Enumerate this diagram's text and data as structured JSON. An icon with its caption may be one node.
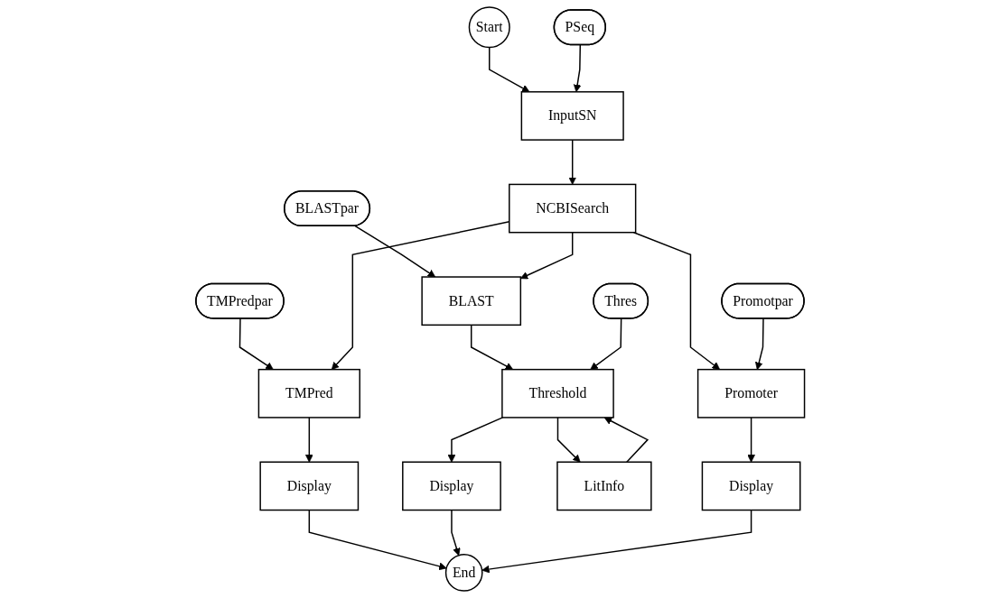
{
  "diagram": {
    "nodes": [
      {
        "text": [
          "Start"
        ]
      },
      {
        "text": [
          "PSeq"
        ]
      },
      {
        "text": [
          "BLASTpar"
        ]
      },
      {
        "text": [
          "InputSN"
        ]
      },
      {
        "text": [
          "TMPredpar"
        ]
      },
      {
        "text": [
          "NCBISearch"
        ]
      },
      {
        "text": [
          "Promotpar"
        ]
      },
      {
        "text": [
          "TMPred"
        ]
      },
      {
        "text": [
          "BLAST"
        ]
      },
      {
        "text": [
          "Thres"
        ]
      },
      {
        "text": [
          "Promoter"
        ]
      },
      {
        "text": [
          "Display"
        ]
      },
      {
        "text": [
          "Threshold"
        ]
      },
      {
        "text": [
          "Display"
        ]
      },
      {
        "text": [
          "LitInfo"
        ]
      },
      {
        "text": [
          "Display"
        ]
      },
      {
        "text": [
          "End"
        ]
      }
    ],
    "edges": [
      {
        "from": 0,
        "to": 3,
        "arrow": "to"
      },
      {
        "from": 1,
        "to": 3,
        "arrow": "to"
      },
      {
        "from": 3,
        "to": 5,
        "arrow": "to"
      },
      {
        "from": 4,
        "to": 7,
        "arrow": "to"
      },
      {
        "from": 2,
        "to": 8,
        "arrow": "to"
      },
      {
        "from": 5,
        "to": 7,
        "arrow": "to"
      },
      {
        "from": 5,
        "to": 8,
        "arrow": "to"
      },
      {
        "from": 5,
        "to": 10,
        "arrow": "to"
      },
      {
        "from": 6,
        "to": 10,
        "arrow": "to"
      },
      {
        "from": 7,
        "to": 11,
        "arrow": "to"
      },
      {
        "from": 8,
        "to": 12,
        "arrow": "to"
      },
      {
        "from": 9,
        "to": 12,
        "arrow": "to"
      },
      {
        "from": 10,
        "to": 15,
        "arrow": "to"
      },
      {
        "from": 12,
        "to": 14,
        "arrow": "to"
      },
      {
        "from": 14,
        "to": 12,
        "arrow": "to"
      },
      {
        "from": 12,
        "to": 13,
        "arrow": "to"
      },
      {
        "from": 11,
        "to": 16,
        "arrow": "to"
      },
      {
        "from": 13,
        "to": 16,
        "arrow": "to"
      },
      {
        "from": 15,
        "to": 16,
        "arrow": "to"
      }
    ]
  }
}
